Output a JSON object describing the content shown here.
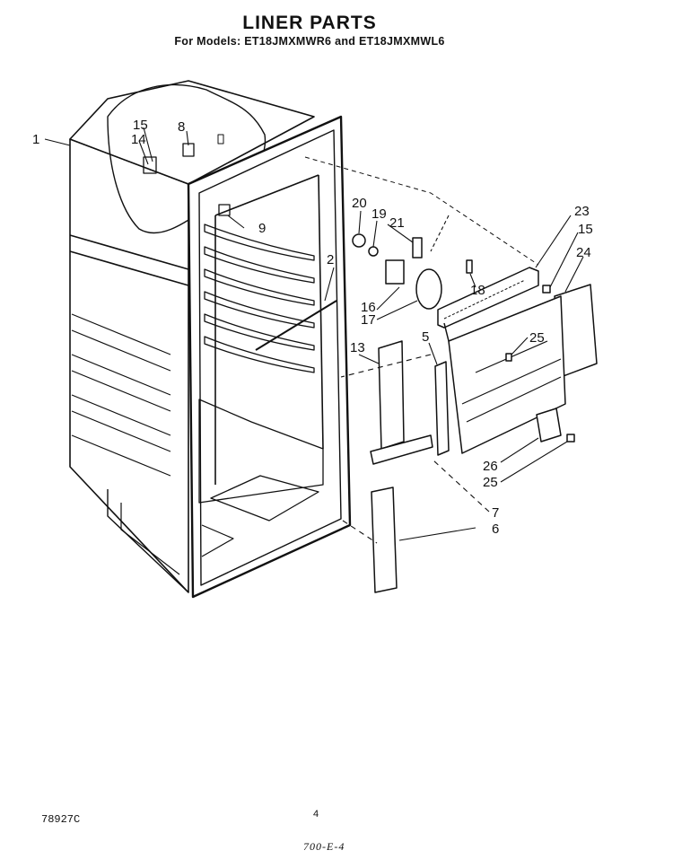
{
  "header": {
    "title": "LINER PARTS",
    "subtitle": "For Models: ET18JMXMWR6 and ET18JMXMWL6"
  },
  "callouts": [
    "1",
    "15",
    "14",
    "8",
    "9",
    "2",
    "20",
    "19",
    "21",
    "18",
    "16",
    "17",
    "13",
    "5",
    "23",
    "15",
    "24",
    "25",
    "26",
    "25",
    "7",
    "6"
  ],
  "footer": {
    "drawing_number": "78927C",
    "page_number": "4",
    "handwritten_code": "700-E-4"
  },
  "colors": {
    "ink": "#111111",
    "paper": "#ffffff"
  }
}
